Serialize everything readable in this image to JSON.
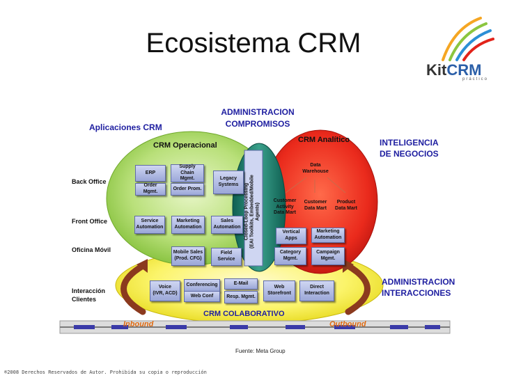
{
  "title": "Ecosistema CRM",
  "logo": {
    "kit": "Kit",
    "crm": "CRM",
    "sub": "práctico",
    "colors": [
      "#f5a623",
      "#8cc63f",
      "#2b8fd6",
      "#e2231a"
    ]
  },
  "labels": {
    "admin_compromisos": "ADMINISTRACION\nCOMPROMISOS",
    "aplicaciones": "Aplicaciones CRM",
    "crm_operacional": "CRM Operacional",
    "crm_analitico": "CRM Analítico",
    "inteligencia": "INTELIGENCIA\nDE NEGOCIOS",
    "admin_interacciones": "ADMINISTRACION\nINTERACCIONES",
    "crm_colaborativo": "CRM  COLABORATIVO",
    "inbound": "Inbound",
    "outbound": "Outbound",
    "fuente": "Fuente: Meta Group",
    "copyright": "®2008 Derechos Reservados de Autor. Prohibida su copia o reproducción"
  },
  "rows": {
    "back_office": "Back Office",
    "front_office": "Front Office",
    "oficina_movil": "Oficina Móvil",
    "interaccion": "Interacción\nClientes"
  },
  "boxes": {
    "erp": "ERP",
    "supply_chain": "Supply Chain\nMgmt.",
    "legacy": "Legacy\nSystems",
    "order_mgmt": "Order Mgmt.",
    "order_prom": "Order Prom.",
    "service_auto": "Service\nAutomation",
    "marketing_auto": "Marketing\nAutomation",
    "sales_auto": "Sales\nAutomation",
    "mobile_sales": "Mobile Sales\n(Prod. CFG)",
    "field_service": "Field\nService",
    "voice": "Voice\n(IVR, ACD)",
    "conferencing": "Conferencing",
    "web_conf": "Web Conf",
    "email": "E-Mail",
    "resp_mgmt": "Resp. Mgmt.",
    "web_storefront": "Web\nStorefront",
    "direct_interaction": "Direct\nInteraction",
    "vertical_apps": "Vertical\nApps",
    "marketing_auto2": "Marketing\nAutomation",
    "category_mgmt": "Category\nMgmt.",
    "campaign_mgmt": "Campaign\nMgmt."
  },
  "cylinders": {
    "data_warehouse": "Data\nWarehouse",
    "customer_activity": "Customer\nActivity\nData Mart",
    "customer_data": "Customer\nData Mart",
    "product_data": "Product\nData Mart"
  },
  "closed_loop": "Closed-Loop Processing\n(EAI Toolkits, Embedded/Mobile Agents)",
  "colors": {
    "green": "#8cc440",
    "yellow": "#f7ef3e",
    "red": "#e4231d",
    "teal": "#1a7a6a",
    "blue_text": "#1e1ea0",
    "arrow_brown": "#8b3a1e",
    "orange_text": "#e06a10"
  }
}
